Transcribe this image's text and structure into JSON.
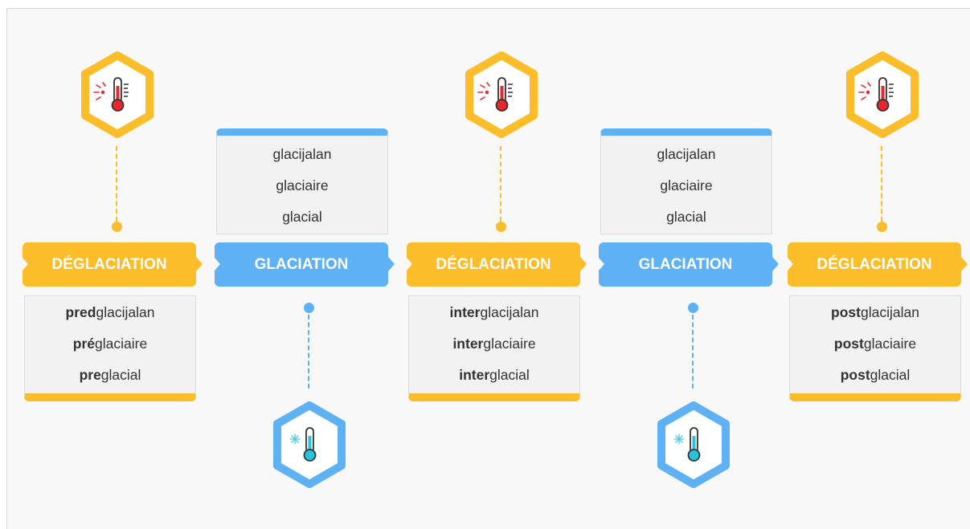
{
  "colors": {
    "warm": "#fbbd29",
    "cold": "#5eb2f4",
    "box_bg": "#f2f2f2",
    "text": "#333333",
    "thermo_red": "#e8262b",
    "thermo_cyan": "#29c2dc"
  },
  "stages": [
    {
      "kind": "warm",
      "label": "DÉGLACIATION",
      "icon": "thermometer-hot-icon",
      "terms": [
        {
          "prefix": "pred",
          "root": "glacijalan"
        },
        {
          "prefix": "pré",
          "root": "glaciaire"
        },
        {
          "prefix": "pre",
          "root": "glacial"
        }
      ]
    },
    {
      "kind": "cold",
      "label": "GLACIATION",
      "icon": "thermometer-cold-icon",
      "terms": [
        {
          "root": "glacijalan"
        },
        {
          "root": "glaciaire"
        },
        {
          "root": "glacial"
        }
      ]
    },
    {
      "kind": "warm",
      "label": "DÉGLACIATION",
      "icon": "thermometer-hot-icon",
      "terms": [
        {
          "prefix": "inter",
          "root": "glacijalan"
        },
        {
          "prefix": "inter",
          "root": "glaciaire"
        },
        {
          "prefix": "inter",
          "root": "glacial"
        }
      ]
    },
    {
      "kind": "cold",
      "label": "GLACIATION",
      "icon": "thermometer-cold-icon",
      "terms": [
        {
          "root": "glacijalan"
        },
        {
          "root": "glaciaire"
        },
        {
          "root": "glacial"
        }
      ]
    },
    {
      "kind": "warm",
      "label": "DÉGLACIATION",
      "icon": "thermometer-hot-icon",
      "terms": [
        {
          "prefix": "post",
          "root": "glacijalan"
        },
        {
          "prefix": "post",
          "root": "glaciaire"
        },
        {
          "prefix": "post",
          "root": "glacial"
        }
      ]
    }
  ]
}
